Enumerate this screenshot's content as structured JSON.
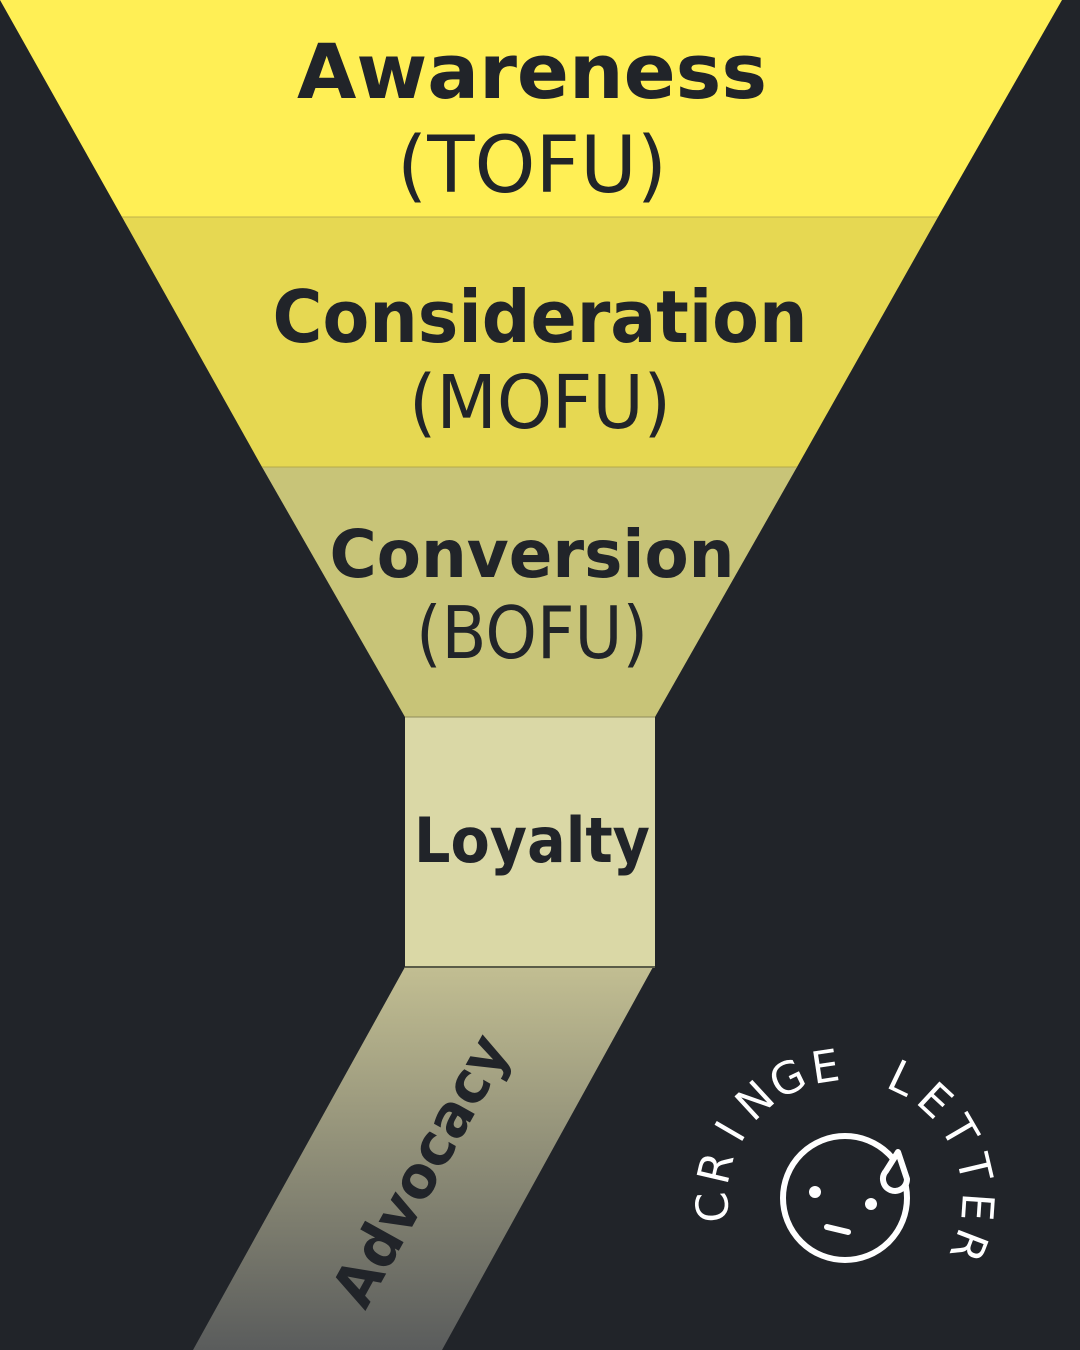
{
  "stages": [
    {
      "name": "Awareness",
      "tag": "(TOFU)"
    },
    {
      "name": "Consideration",
      "tag": "(MOFU)"
    },
    {
      "name": "Conversion",
      "tag": "(BOFU)"
    },
    {
      "name": "Loyalty"
    },
    {
      "name": "Advocacy"
    }
  ],
  "logo": {
    "text": "CRINGE LETTER",
    "icon": "sweating-face-icon"
  },
  "colors": {
    "background": "#212429",
    "awareness": "#FFEF55",
    "consideration": "#E6D852",
    "conversion": "#C8C478",
    "loyalty": "#DAD8A6",
    "advocacy_top": "#C2BE92",
    "advocacy_bottom": "#5A5C5C"
  }
}
